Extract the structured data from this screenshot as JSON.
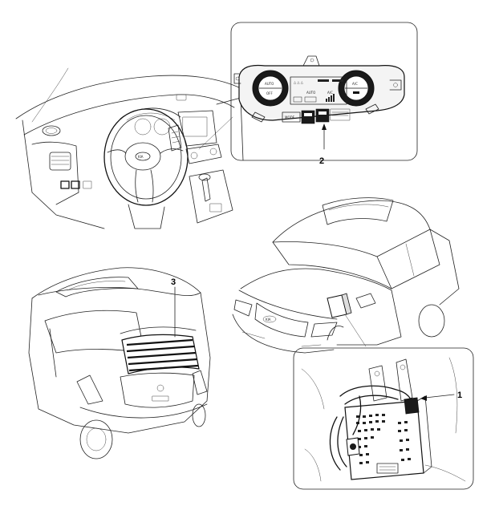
{
  "callouts": {
    "c1": "1",
    "c2": "2",
    "c3": "3"
  },
  "control_panel": {
    "knob_left_top": "AUTO",
    "knob_left_bottom": "OFF",
    "knob_right_top": "A/C",
    "display_auto": "AUTO",
    "display_ac": "A/C",
    "mode_button": "MODE"
  },
  "colors": {
    "line": "#222222",
    "panel_fill": "#1a1a1a",
    "background": "#ffffff"
  }
}
